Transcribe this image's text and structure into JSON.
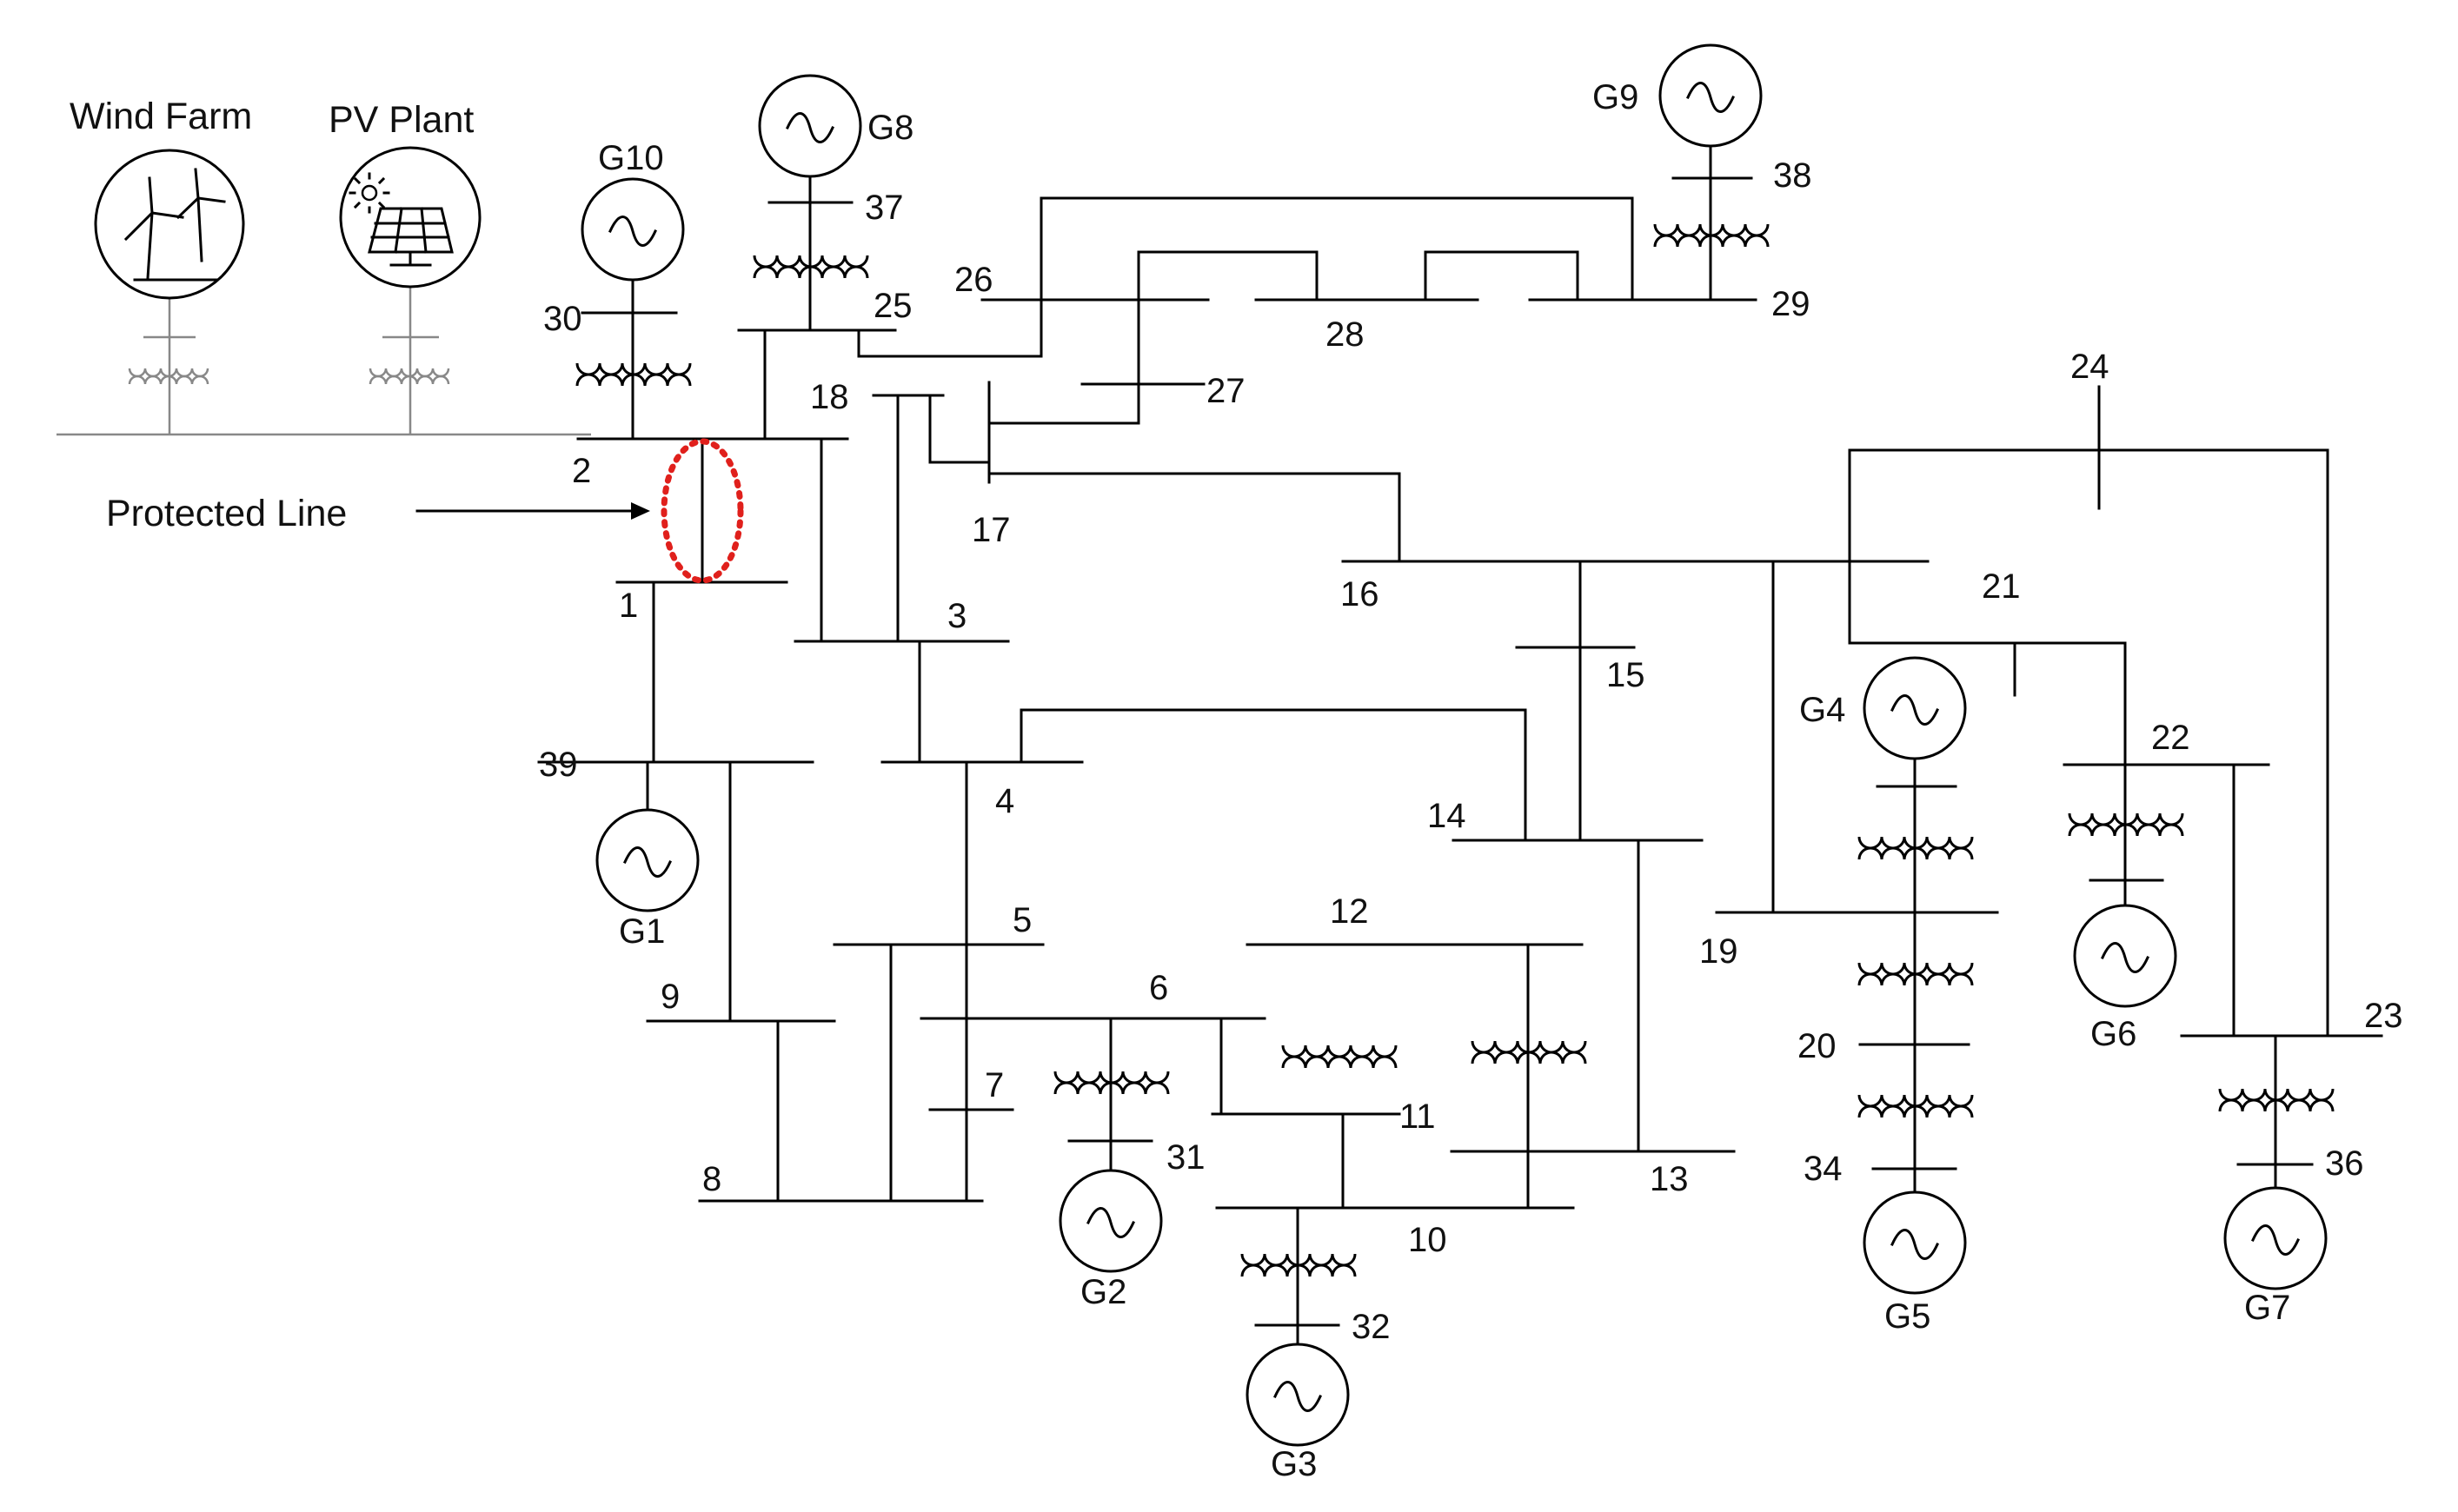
{
  "labels": {
    "wind_farm": "Wind Farm",
    "pv_plant": "PV Plant",
    "protected_line": "Protected Line"
  },
  "generators": {
    "g1": "G1",
    "g2": "G2",
    "g3": "G3",
    "g4": "G4",
    "g5": "G5",
    "g6": "G6",
    "g7": "G7",
    "g8": "G8",
    "g9": "G9",
    "g10": "G10"
  },
  "buses": {
    "b1": "1",
    "b2": "2",
    "b3": "3",
    "b4": "4",
    "b5": "5",
    "b6": "6",
    "b7": "7",
    "b8": "8",
    "b9": "9",
    "b10": "10",
    "b11": "11",
    "b12": "12",
    "b13": "13",
    "b14": "14",
    "b15": "15",
    "b16": "16",
    "b17": "17",
    "b18": "18",
    "b19": "19",
    "b20": "20",
    "b21": "21",
    "b22": "22",
    "b23": "23",
    "b24": "24",
    "b25": "25",
    "b26": "26",
    "b27": "27",
    "b28": "28",
    "b29": "29",
    "b30": "30",
    "b31": "31",
    "b32": "32",
    "b34": "34",
    "b36": "36",
    "b37": "37",
    "b38": "38",
    "b39": "39"
  },
  "colors": {
    "line": "#000000",
    "highlight": "#e0201c",
    "feeder": "#888888"
  }
}
